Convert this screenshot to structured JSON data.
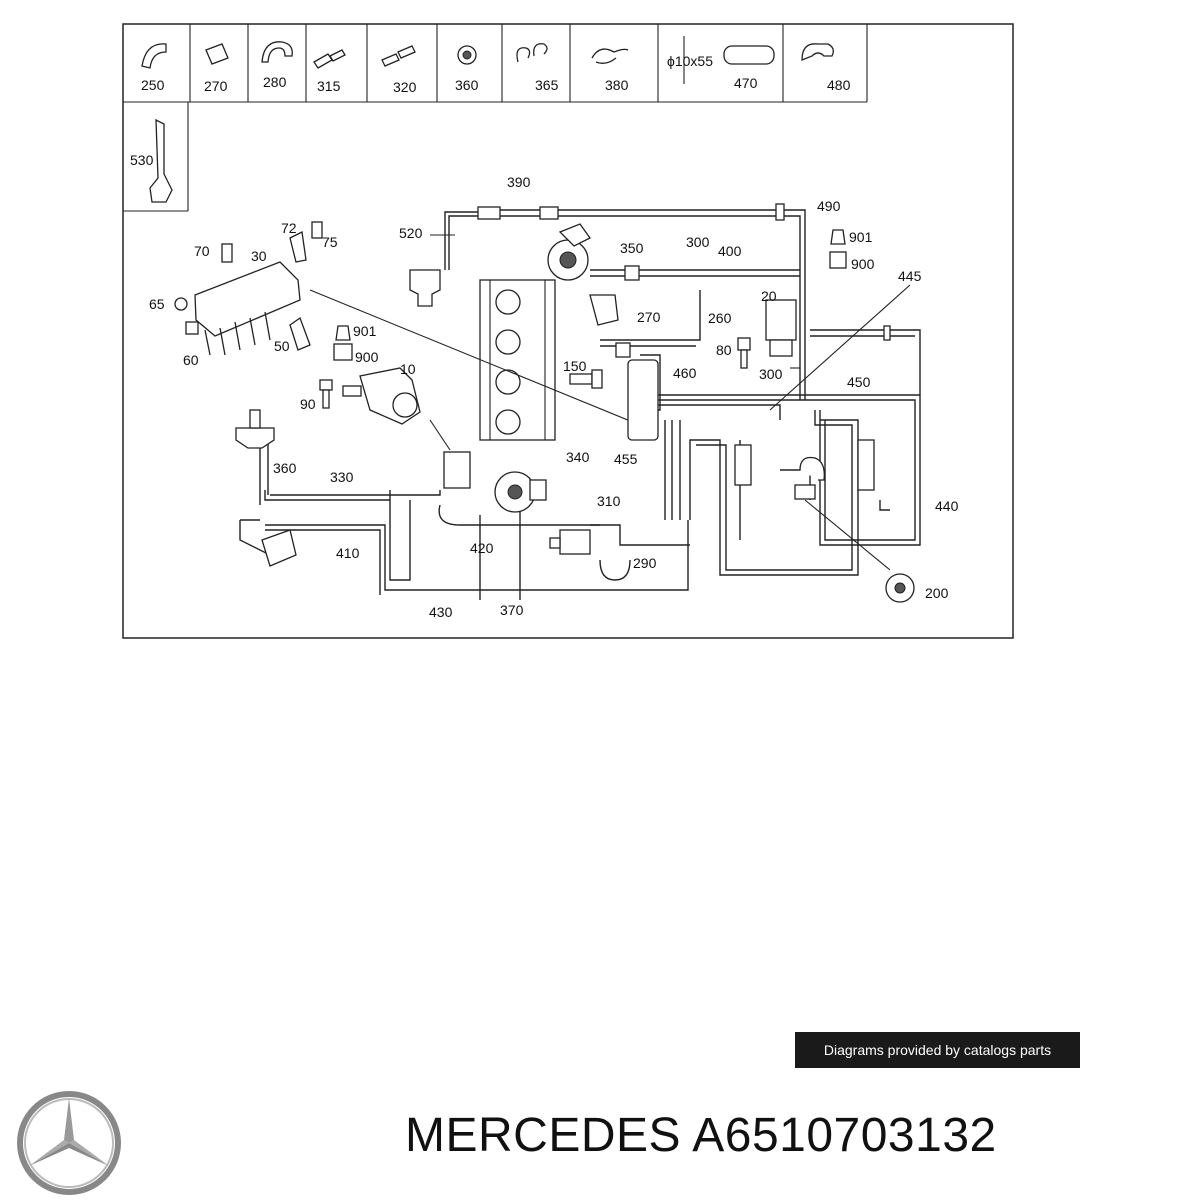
{
  "legend_parts": [
    {
      "number": "250"
    },
    {
      "number": "270"
    },
    {
      "number": "280"
    },
    {
      "number": "315"
    },
    {
      "number": "320"
    },
    {
      "number": "360"
    },
    {
      "number": "365"
    },
    {
      "number": "380"
    },
    {
      "number": "470",
      "dimension": "ϕ10x55"
    },
    {
      "number": "480"
    }
  ],
  "bracket_part": "530",
  "callouts": {
    "c390": "390",
    "c490": "490",
    "c520": "520",
    "c350": "350",
    "c300a": "300",
    "c400": "400",
    "c901a": "901",
    "c900a": "900",
    "c445": "445",
    "c20": "20",
    "c270": "270",
    "c260": "260",
    "c80": "80",
    "c300b": "300",
    "c150": "150",
    "c460": "460",
    "c450": "450",
    "c70": "70",
    "c30": "30",
    "c72": "72",
    "c75": "75",
    "c65": "65",
    "c60": "60",
    "c50": "50",
    "c901b": "901",
    "c900b": "900",
    "c10": "10",
    "c90": "90",
    "c360": "360",
    "c330": "330",
    "c340": "340",
    "c455": "455",
    "c310": "310",
    "c420": "420",
    "c410": "410",
    "c290": "290",
    "c440": "440",
    "c200": "200",
    "c430": "430",
    "c370": "370"
  },
  "credit_text": "Diagrams provided by catalogs parts",
  "brand": "MERCEDES",
  "part_number": "A6510703132"
}
